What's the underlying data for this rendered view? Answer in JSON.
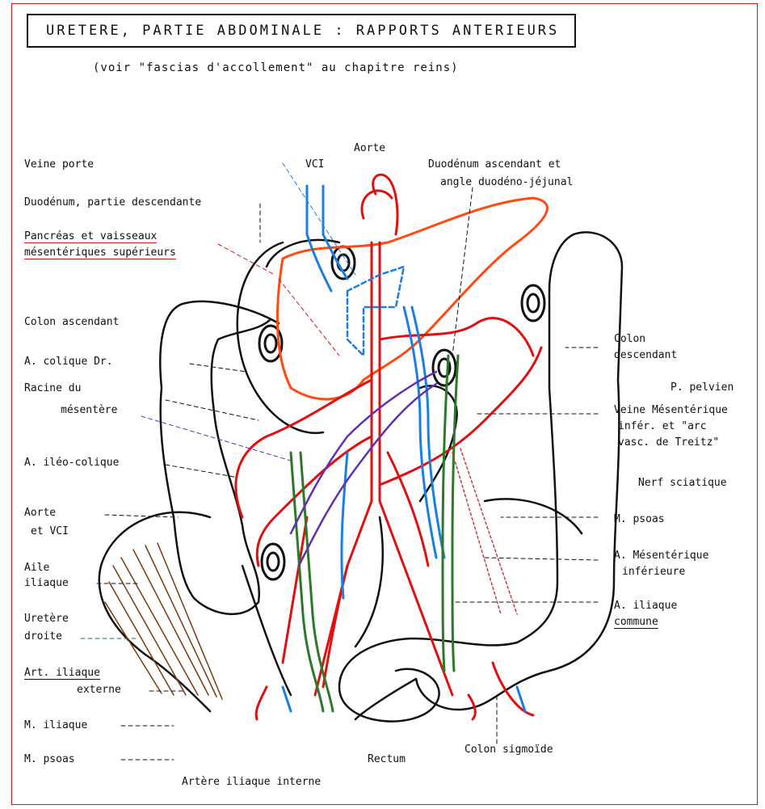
{
  "title": "URETERE, PARTIE ABDOMINALE : RAPPORTS ANTERIEURS",
  "subtitle": "(voir \"fascias d'accollement\" au chapitre reins)",
  "labels": {
    "veine_porte": "Veine porte",
    "vci_top": "VCI",
    "aorte_top": "Aorte",
    "duodenum_asc_1": "Duodénum ascendant et",
    "duodenum_asc_2": "angle duodéno-jéjunal",
    "duodenum_desc": "Duodénum, partie descendante",
    "pancreas_1": "Pancréas et vaisseaux",
    "pancreas_2": "mésentériques supérieurs",
    "colon_asc": "Colon ascendant",
    "a_colique": "A. colique Dr.",
    "racine_1": "Racine du",
    "racine_2": "mésentère",
    "a_ileo": "A. iléo-colique",
    "aorte_vci_1": "Aorte",
    "aorte_vci_2": "et VCI",
    "aile_1": "Aile",
    "aile_2": "iliaque",
    "uretere_1": "Uretère",
    "uretere_2": "droite",
    "art_iliaque_1": "Art. iliaque",
    "art_iliaque_2": "externe",
    "m_iliaque": "M. iliaque",
    "m_psoas_left": "M. psoas",
    "art_iliaque_interne": "Artère iliaque interne",
    "rectum": "Rectum",
    "colon_sigmoide": "Colon sigmoïde",
    "colon_desc_1": "Colon",
    "colon_desc_2": "descendant",
    "p_pelvien": "P. pelvien",
    "veine_mes_1": "Veine Mésentérique",
    "veine_mes_2": "infér. et \"arc",
    "veine_mes_3": "vasc. de Treitz\"",
    "nerf_sciatique": "Nerf sciatique",
    "m_psoas_right": "M. psoas",
    "a_mes_inf_1": "A. Mésentérique",
    "a_mes_inf_2": "inférieure",
    "a_iliaque_comm_1": "A. iliaque",
    "a_iliaque_comm_2": "commune"
  },
  "colors": {
    "artery": "#e01010",
    "vein": "#1a7fe0",
    "ureter": "#2a7a2a",
    "pancreas": "#ff4a10",
    "root": "#6030b0",
    "muscle": "#7a3a10",
    "frame": "#d01818"
  }
}
